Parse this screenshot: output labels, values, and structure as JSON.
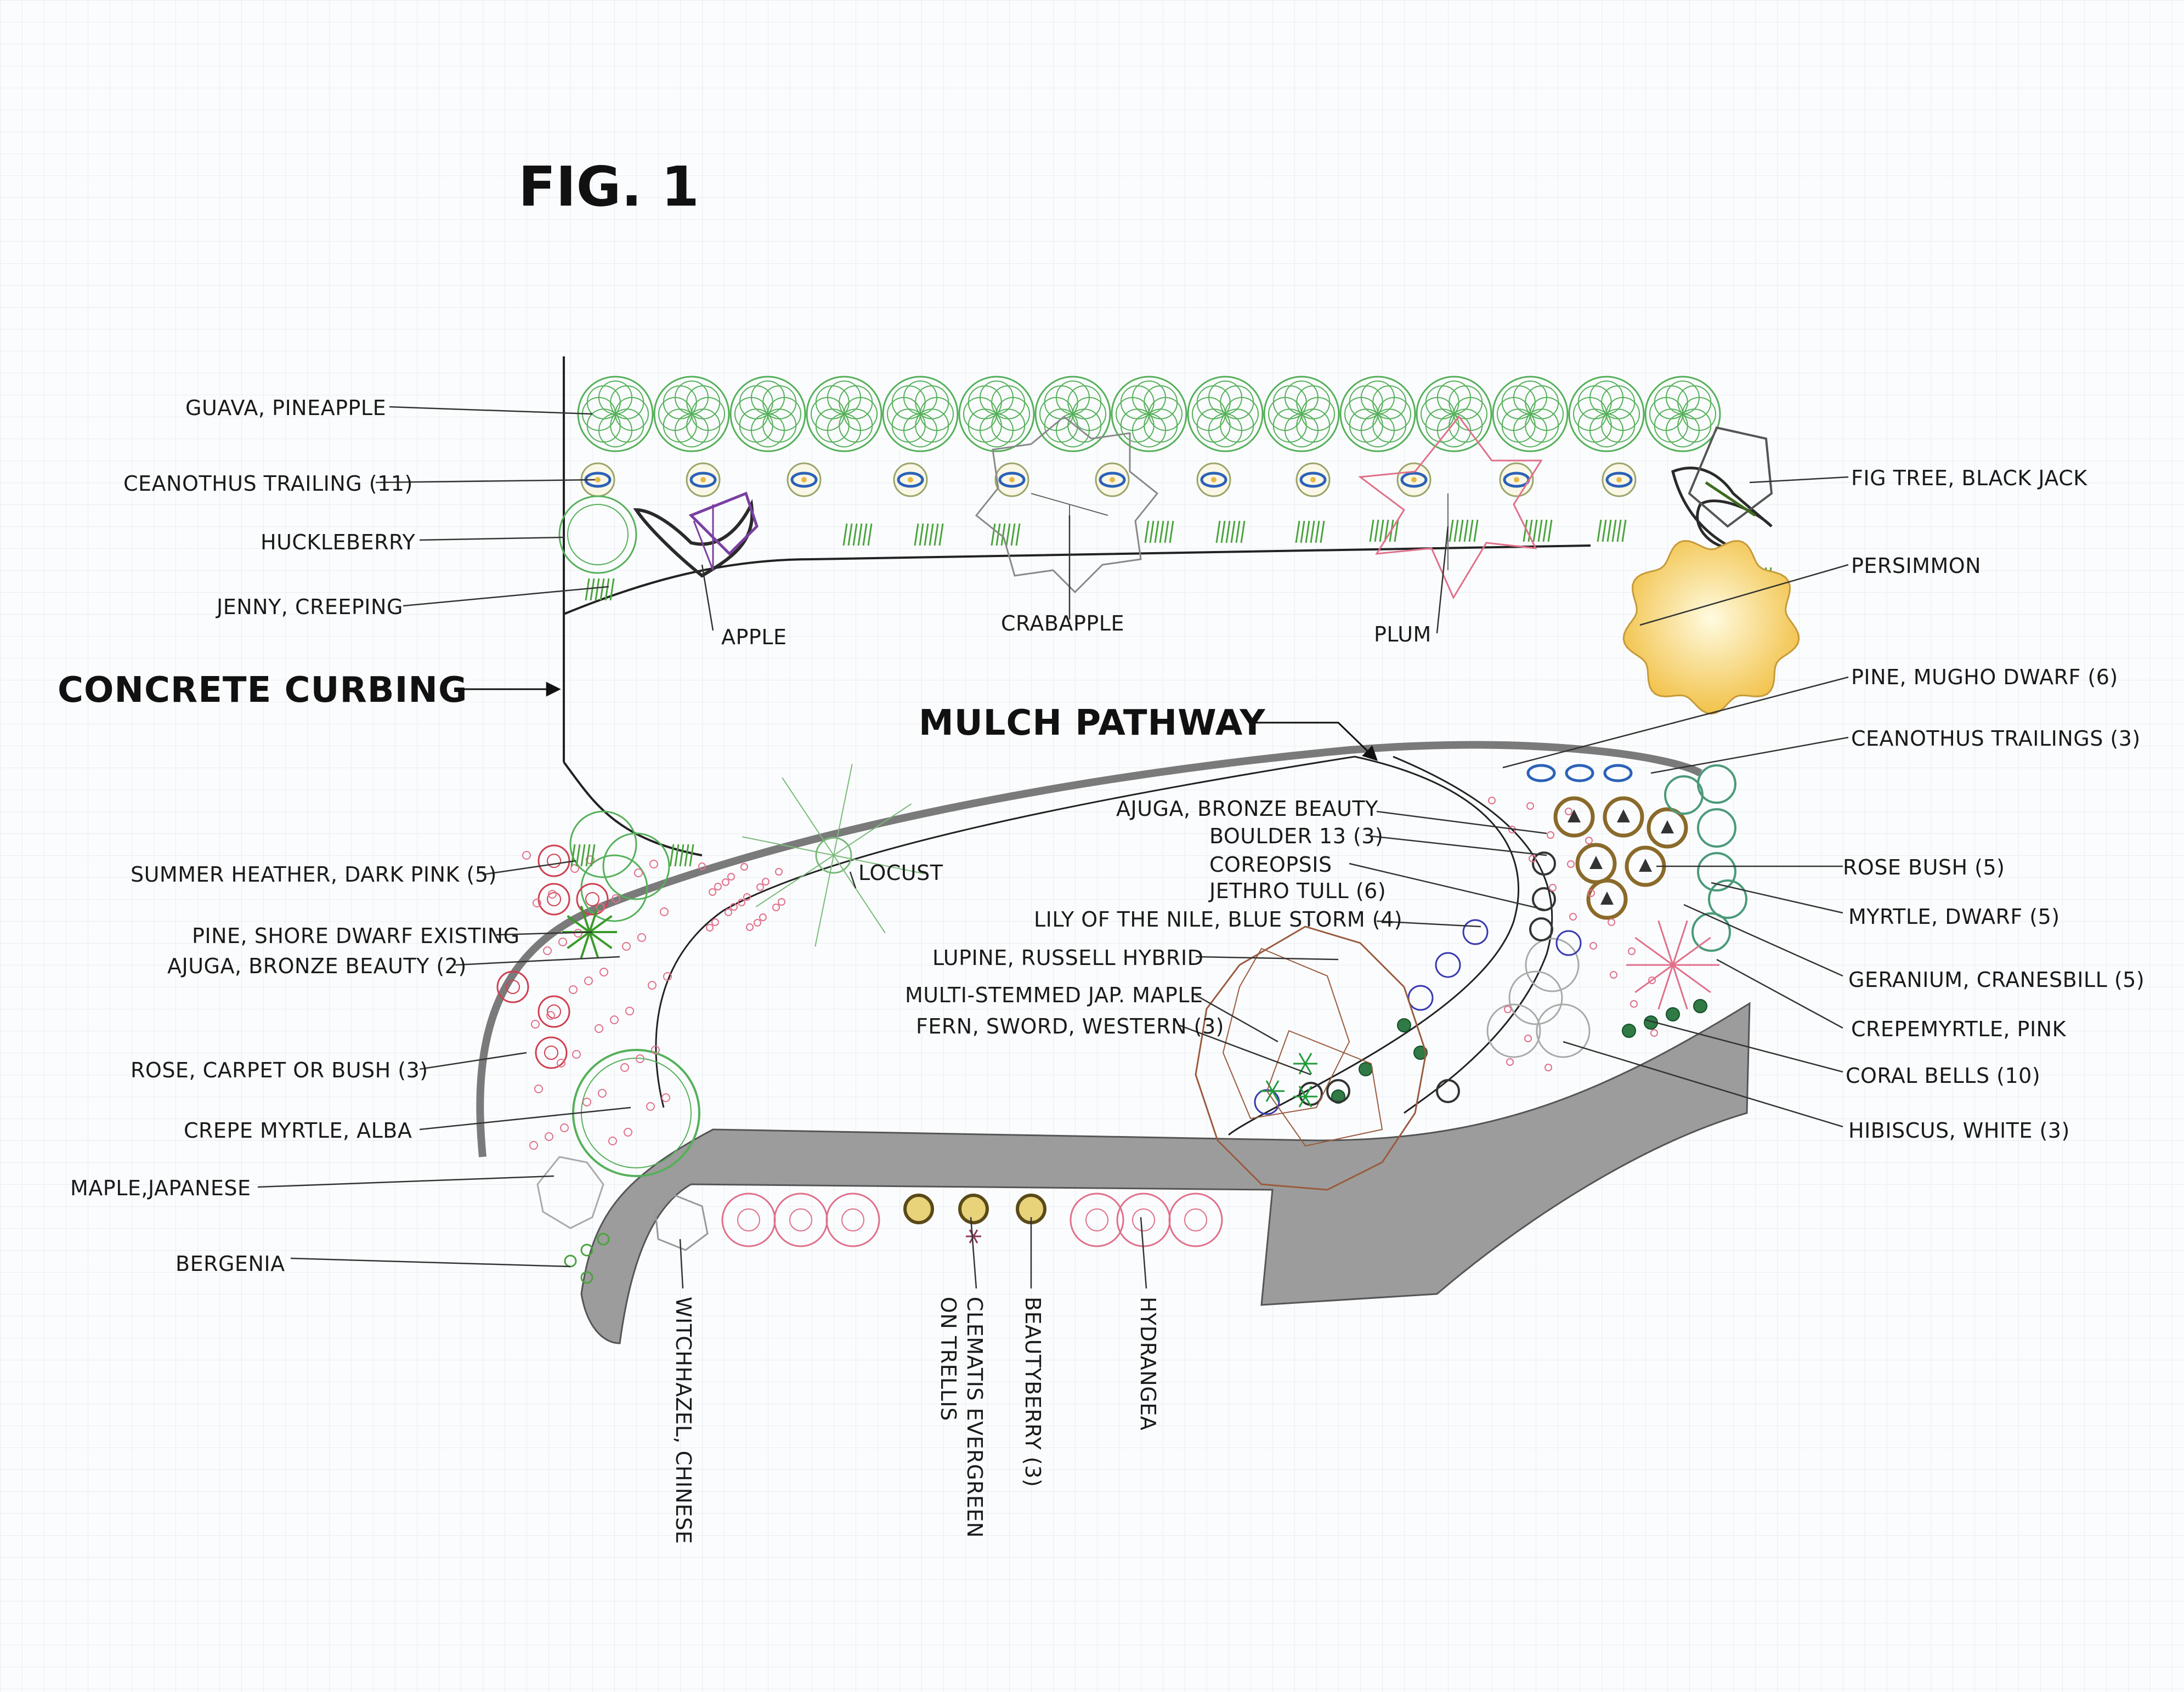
{
  "figure_title": "FIG. 1",
  "callouts": {
    "concrete_curbing": "CONCRETE CURBING",
    "mulch_pathway": "MULCH PATHWAY"
  },
  "labels": {
    "guava": "GUAVA, PINEAPPLE",
    "ceanothus_trailing": "CEANOTHUS TRAILING (11)",
    "huckleberry": "HUCKLEBERRY",
    "jenny": "JENNY, CREEPING",
    "apple": "APPLE",
    "crabapple": "CRABAPPLE",
    "plum": "PLUM",
    "fig_tree": "FIG TREE, BLACK JACK",
    "persimmon": "PERSIMMON",
    "pine_mugho": "PINE, MUGHO DWARF (6)",
    "ceanothus_trailings": "CEANOTHUS TRAILINGS (3)",
    "ajuga_bronze": "AJUGA, BRONZE BEAUTY",
    "boulder": "BOULDER 13 (3)",
    "coreopsis": "COREOPSIS",
    "jethro": "JETHRO TULL (6)",
    "lily": "LILY OF THE NILE, BLUE STORM (4)",
    "lupine": "LUPINE, RUSSELL HYBRID",
    "multi_maple": "MULTI-STEMMED JAP. MAPLE",
    "fern": "FERN, SWORD, WESTERN (3)",
    "rose_bush": "ROSE BUSH (5)",
    "myrtle_dwarf": "MYRTLE, DWARF (5)",
    "geranium": "GERANIUM, CRANESBILL (5)",
    "crepemyrtle_pink": "CREPEMYRTLE, PINK",
    "coral_bells": "CORAL BELLS (10)",
    "hibiscus": "HIBISCUS, WHITE (3)",
    "summer_heather": "SUMMER HEATHER, DARK PINK (5)",
    "locust": "LOCUST",
    "pine_shore": "PINE, SHORE DWARF EXISTING",
    "ajuga_2": "AJUGA, BRONZE BEAUTY (2)",
    "rose_carpet": "ROSE, CARPET OR BUSH (3)",
    "crepe_alba": "CREPE MYRTLE, ALBA",
    "maple_japanese": "MAPLE,JAPANESE",
    "bergenia": "BERGENIA",
    "witchhazel": "WITCHHAZEL, CHINESE",
    "clematis_1": "CLEMATIS EVERGREEN",
    "clematis_2": "ON TRELLIS",
    "beautyberry": "BEAUTYBERRY (3)",
    "hydrangea": "HYDRANGEA"
  },
  "colors": {
    "background": "#fbfcfd",
    "grid": "#e4eaf0",
    "tree_green": "#55b05a",
    "bed_pink": "#e0708a",
    "path_gray": "#9c9c9c",
    "persimmon_fill": "#f7d060",
    "ceanothus_blue": "#2b62b8"
  }
}
